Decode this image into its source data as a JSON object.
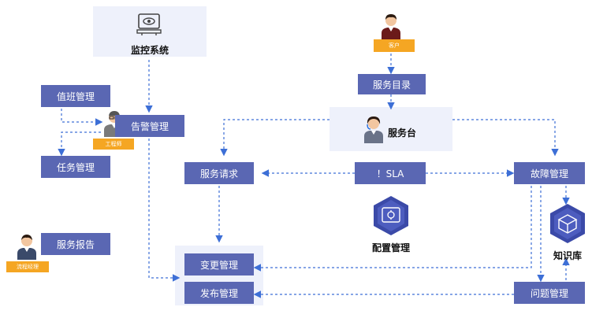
{
  "nodes": {
    "monitor": "监控系统",
    "customer_badge": "客户",
    "service_catalog": "服务目录",
    "duty_mgmt": "值班管理",
    "alarm_mgmt": "告警管理",
    "engineer_badge": "工程师",
    "service_desk": "服务台",
    "task_mgmt": "任务管理",
    "service_request": "服务请求",
    "sla": "！SLA",
    "fault_mgmt": "故障管理",
    "config_mgmt": "配置管理",
    "knowledge_base": "知识库",
    "service_report": "服务报告",
    "process_manager_badge": "流程经理",
    "change_mgmt": "变更管理",
    "release_mgmt": "发布管理",
    "problem_mgmt": "问题管理"
  },
  "colors": {
    "box": "#5a67b3",
    "panel": "#eef1fb",
    "badge": "#f5a623",
    "arrow": "#3d6fd6"
  }
}
